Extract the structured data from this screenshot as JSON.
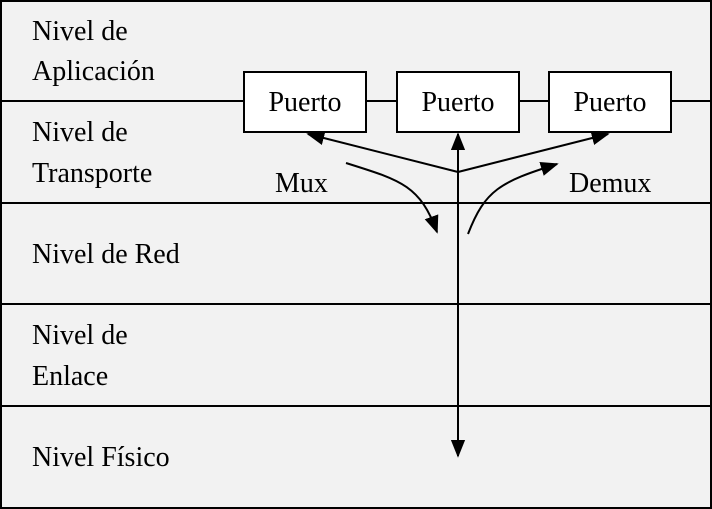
{
  "layers": [
    {
      "line1": "Nivel de",
      "line2": "Aplicación"
    },
    {
      "line1": "Nivel de",
      "line2": "Transporte"
    },
    {
      "line1": "Nivel de Red",
      "line2": ""
    },
    {
      "line1": "Nivel de",
      "line2": "Enlace"
    },
    {
      "line1": "Nivel Físico",
      "line2": ""
    }
  ],
  "ports": [
    "Puerto",
    "Puerto",
    "Puerto"
  ],
  "mux_label": "Mux",
  "demux_label": "Demux",
  "colors": {
    "background": "#f2f2f2",
    "stroke": "#000000",
    "box_fill": "#ffffff"
  }
}
